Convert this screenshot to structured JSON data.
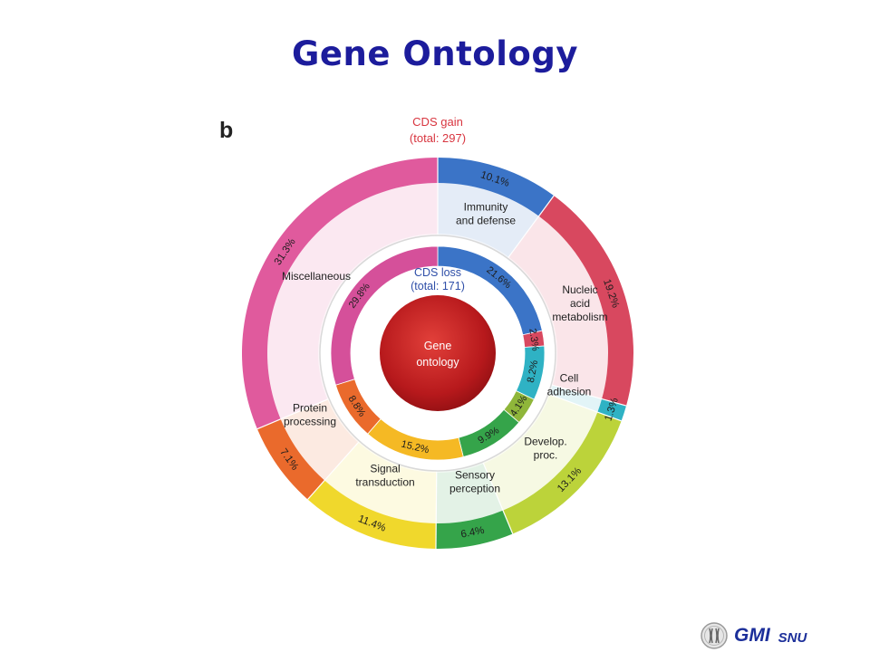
{
  "slide": {
    "title": "Gene Ontology",
    "panel_letter": "b"
  },
  "chart_data": {
    "type": "pie",
    "center_label": [
      "Gene",
      "ontology"
    ],
    "outer_ring": {
      "name": "CDS gain",
      "total_label": "(total: 297)",
      "slices": [
        {
          "category": "Immunity and defense",
          "value": 10.1,
          "label": "10.1%",
          "color": "#3b74c7"
        },
        {
          "category": "Nucleic acid metabolism",
          "value": 19.2,
          "label": "19.2%",
          "color": "#d8485f"
        },
        {
          "category": "Cell adhesion",
          "value": 1.3,
          "label": "1.3%",
          "color": "#2fb2c4"
        },
        {
          "category": "Develop. proc.",
          "value": 13.1,
          "label": "13.1%",
          "color": "#bcd33a"
        },
        {
          "category": "Sensory perception",
          "value": 6.4,
          "label": "6.4%",
          "color": "#35a44a"
        },
        {
          "category": "Signal transduction",
          "value": 11.4,
          "label": "11.4%",
          "color": "#f0d82c"
        },
        {
          "category": "Protein processing",
          "value": 7.1,
          "label": "7.1%",
          "color": "#ea6a2c"
        },
        {
          "category": "Miscellaneous",
          "value": 31.3,
          "label": "31.3%",
          "color": "#e05a9d"
        }
      ]
    },
    "inner_ring": {
      "name": "CDS loss",
      "total_label": "(total: 171)",
      "slices": [
        {
          "category": "Immunity and defense",
          "value": 21.6,
          "label": "21.6%",
          "color": "#3b74c7"
        },
        {
          "category": "Nucleic acid metabolism",
          "value": 2.3,
          "label": "2.3%",
          "color": "#d8485f"
        },
        {
          "category": "Cell adhesion",
          "value": 8.2,
          "label": "8.2%",
          "color": "#2fb2c4"
        },
        {
          "category": "Develop. proc.",
          "value": 4.1,
          "label": "4.1%",
          "color": "#8fb63a"
        },
        {
          "category": "Sensory perception",
          "value": 9.9,
          "label": "9.9%",
          "color": "#35a44a"
        },
        {
          "category": "Signal transduction",
          "value": 15.2,
          "label": "15.2%",
          "color": "#f5b924"
        },
        {
          "category": "Protein processing",
          "value": 8.8,
          "label": "8.8%",
          "color": "#ea6a2c"
        },
        {
          "category": "Miscellaneous",
          "value": 29.8,
          "label": "29.8%",
          "color": "#d5509a"
        }
      ]
    },
    "category_labels": [
      {
        "category": "Immunity and defense",
        "lines": [
          "Immunity",
          "and defense"
        ]
      },
      {
        "category": "Nucleic acid metabolism",
        "lines": [
          "Nucleic",
          "acid",
          "metabolism"
        ]
      },
      {
        "category": "Cell adhesion",
        "lines": [
          "Cell",
          "adhesion"
        ]
      },
      {
        "category": "Develop. proc.",
        "lines": [
          "Develop.",
          "proc."
        ]
      },
      {
        "category": "Sensory perception",
        "lines": [
          "Sensory",
          "perception"
        ]
      },
      {
        "category": "Signal transduction",
        "lines": [
          "Signal",
          "transduction"
        ]
      },
      {
        "category": "Protein processing",
        "lines": [
          "Protein",
          "processing"
        ]
      },
      {
        "category": "Miscellaneous",
        "lines": [
          "Miscellaneous"
        ]
      }
    ],
    "ring_title_colors": {
      "outer": "#d8353f",
      "inner": "#2f4fa8"
    }
  },
  "footer": {
    "logo_text": "GMI",
    "logo_sub": "SNU",
    "logo_icon": "chromosome-logo-icon"
  }
}
